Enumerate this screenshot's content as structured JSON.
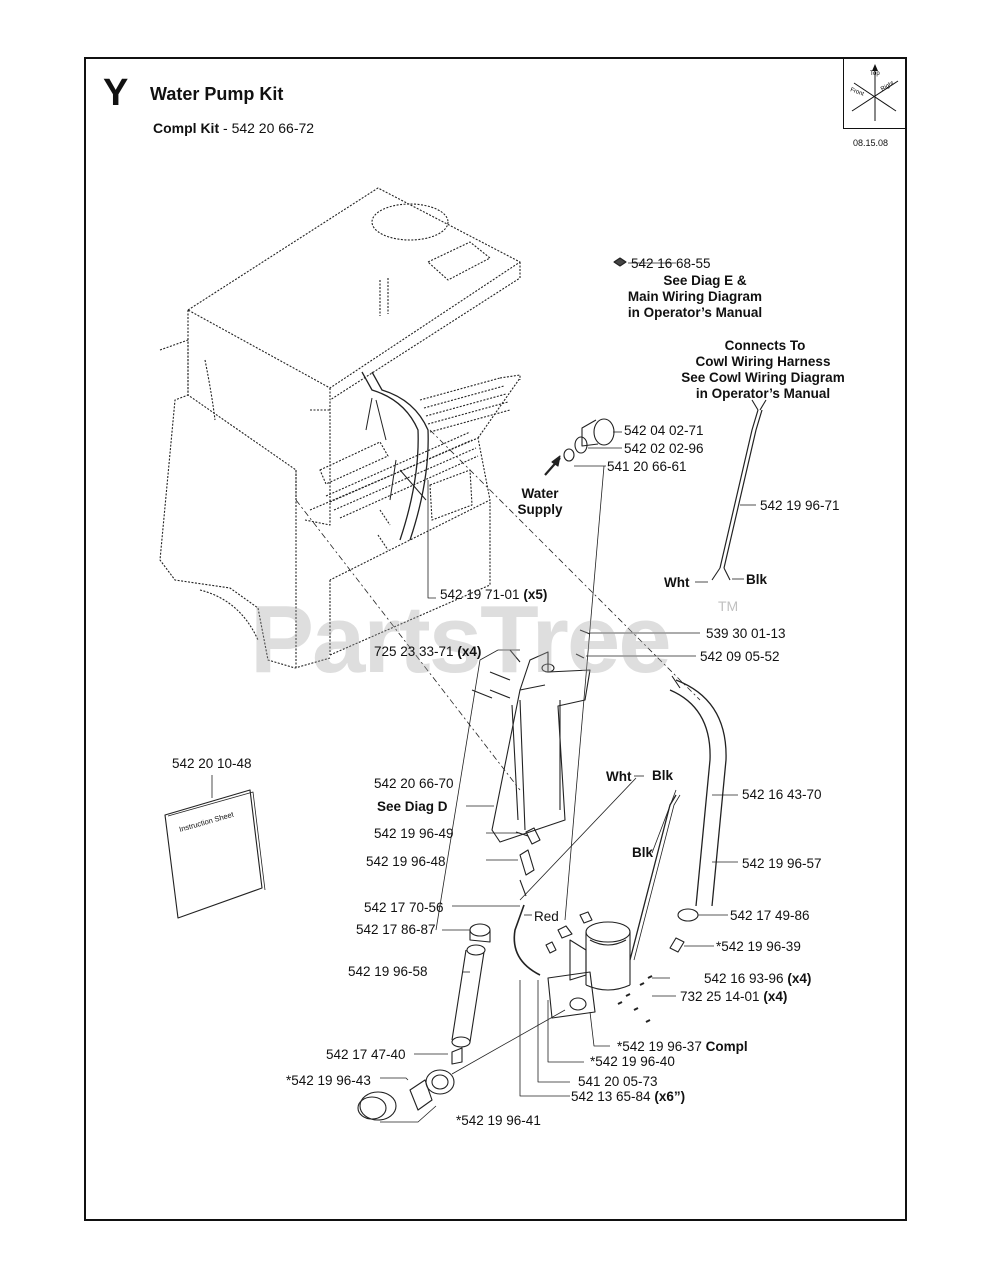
{
  "header": {
    "section_letter": "Y",
    "title": "Water Pump Kit",
    "compl_kit_label": "Compl Kit",
    "compl_kit_sep": " - ",
    "compl_kit_number": "542 20 66-72",
    "date": "08.15.08"
  },
  "orientation": {
    "top": "Top",
    "front": "Front",
    "right": "Right"
  },
  "watermark": {
    "text": "PartsTree",
    "tm": "TM"
  },
  "callouts": {
    "p542166855": "542 16 68-55",
    "see_diag_e": "See Diag E &",
    "main_wiring": "Main Wiring Diagram",
    "in_ops_manual_1": "in Operator’s Manual",
    "connects_to": "Connects To",
    "cowl_harness": "Cowl Wiring Harness",
    "see_cowl": "See Cowl Wiring Diagram",
    "in_ops_manual_2": "in Operator’s Manual",
    "p542040271": "542 04 02-71",
    "p542020296": "542 02 02-96",
    "p541206661": "541 20 66-61",
    "water": "Water",
    "supply": "Supply",
    "p542199671": "542 19 96-71",
    "wht1": "Wht",
    "blk1": "Blk",
    "p542197101": "542 19 71-01",
    "x5": "(x5)",
    "p539300113": "539 30 01-13",
    "p725233371": "725 23 33-71",
    "x4a": "(x4)",
    "p542090552": "542 09 05-52",
    "p542201048": "542 20 10-48",
    "instruction_sheet": "Instruction Sheet",
    "p542206670": "542 20 66-70",
    "see_diag_d": "See Diag D",
    "wht2": "Wht",
    "blk2": "Blk",
    "p542164370": "542 16 43-70",
    "p542199649": "542 19 96-49",
    "p542199648": "542 19 96-48",
    "blk3": "Blk",
    "p542199657": "542 19 96-57",
    "p542177056": "542 17 70-56",
    "red": "Red",
    "p542178687": "542 17 86-87",
    "p542174986": "542 17 49-86",
    "p542199639": "*542 19 96-39",
    "p542199658": "542 19 96-58",
    "p542169396": "542 16 93-96",
    "x4b": "(x4)",
    "p732251401": "732 25 14-01",
    "x4c": "(x4)",
    "p542199637": "*542 19 96-37",
    "compl": "Compl",
    "p542174740": "542 17 47-40",
    "p542199640": "*542 19 96-40",
    "p542199643": "*542 19 96-43",
    "p541200573": "541 20 05-73",
    "p542136584": "542 13 65-84",
    "x6": "(x6”)",
    "p542199641": "*542 19 96-41"
  }
}
